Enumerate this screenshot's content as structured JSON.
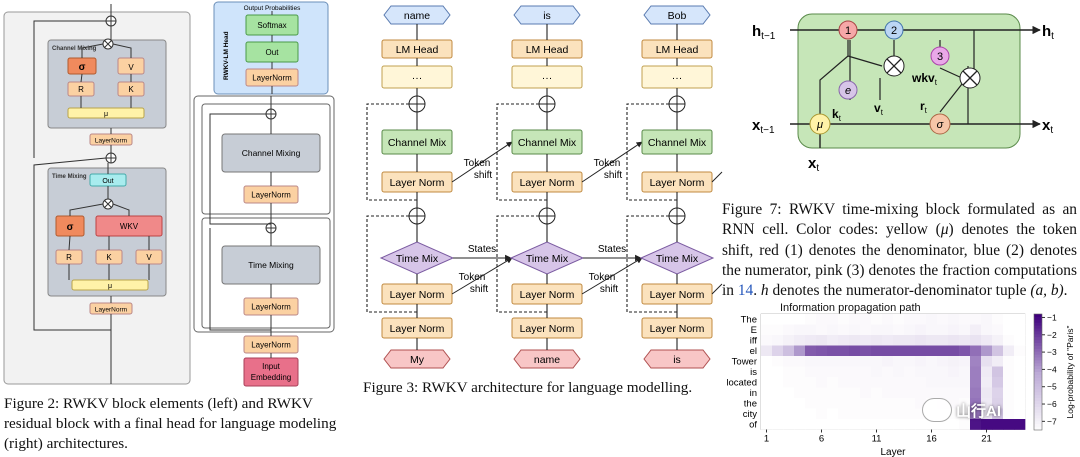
{
  "fig2": {
    "caption": "Figure 2: RWKV block elements (left) and RWKV residual block with a final head for language modeling (right) architectures.",
    "channel_mixing_label": "Channel Mixing",
    "time_mixing_label": "Time Mixing",
    "sigma": "σ",
    "v": "V",
    "r": "R",
    "k": "K",
    "mu": "μ",
    "layernorm": "LayerNorm",
    "out": "Out",
    "wkv": "WKV",
    "output_probabilities": "Output Probabilities",
    "head_label": "RWKV-LM Head",
    "softmax": "Softmax",
    "channel_mixing": "Channel Mixing",
    "time_mixing": "Time Mixing",
    "input_embedding_1": "Input",
    "input_embedding_2": "Embedding"
  },
  "fig3": {
    "caption": "Figure 3: RWKV architecture for language modelling.",
    "outputs": [
      "name",
      "is",
      "Bob"
    ],
    "inputs": [
      "My",
      "name",
      "is"
    ],
    "lm_head": "LM Head",
    "dots": "···",
    "channel_mix": "Channel Mix",
    "layer_norm": "Layer Norm",
    "time_mix": "Time Mix",
    "states": "States",
    "token": "Token",
    "shift": "shift"
  },
  "fig7": {
    "caption_a": "Figure 7: RWKV time-mixing block formulated as an RNN cell. Color codes: yellow (",
    "caption_mu": "μ",
    "caption_b": ") denotes the token shift, red (1) denotes the denominator, blue (2) denotes the numerator, pink (3) denotes the fraction computations in ",
    "caption_ref": "14",
    "caption_c": ". ",
    "caption_h": "h",
    "caption_d": " denotes the numerator-denominator tuple ",
    "caption_tuple": "(a, b)",
    "caption_e": ".",
    "h_prev": "h",
    "h_prev_sub": "t−1",
    "h_t": "h",
    "h_t_sub": "t",
    "x_prev": "x",
    "x_prev_sub": "t−1",
    "x_t_out": "x",
    "x_t_out_sub": "t",
    "x_t_in": "x",
    "x_t_in_sub": "t",
    "n1": "1",
    "n2": "2",
    "n3": "3",
    "e": "e",
    "mu": "μ",
    "sigma": "σ",
    "k_t": "k",
    "k_t_sub": "t",
    "v_t": "v",
    "v_t_sub": "t",
    "r_t": "r",
    "r_t_sub": "t",
    "wkv_t": "wkv",
    "wkv_t_sub": "t"
  },
  "heatmap": {
    "title": "Information propagation path",
    "xlabel": "Layer",
    "ylabel": "Log-probability of \"Paris\"",
    "watermark": "山行AI"
  },
  "colors": {
    "orange": "#f08a5d",
    "peach": "#fbd1a2",
    "yellow": "#fff2a8",
    "grey_block": "#c7cdd6",
    "pink": "#f08989",
    "cyan": "#a8ecee",
    "green": "#a6e3a1",
    "blue_panel": "#cfe4fb",
    "red_input": "#e8708a",
    "lavender": "#d7c5e8",
    "cell_green": "#c6e6b8"
  },
  "chart_data": {
    "type": "heatmap",
    "title": "Information propagation path",
    "xlabel": "Layer",
    "ylabel": "Log-probability of \"Paris\"",
    "rows": [
      "The",
      "E",
      "iff",
      "el",
      "Tower",
      "is",
      "located",
      "in",
      "the",
      "city",
      "of"
    ],
    "xticks": [
      1,
      6,
      11,
      16,
      21
    ],
    "layers": [
      1,
      24
    ],
    "colorbar_ticks": [
      -1,
      -2,
      -3,
      -4,
      -5,
      -6,
      -7
    ],
    "colorbar_range": [
      -7.5,
      -0.8
    ],
    "values": [
      [
        -7.5,
        -7.5,
        -7.5,
        -7.5,
        -7.4,
        -7.3,
        -7.3,
        -7.4,
        -7.3,
        -7.3,
        -7.4,
        -7.3,
        -7.4,
        -7.3,
        -7.3,
        -7.2,
        -7.3,
        -7.2,
        -7.3,
        -7.3,
        -7.2,
        -7.4,
        -7.5,
        -7.5
      ],
      [
        -7.4,
        -7.4,
        -7.3,
        -7.2,
        -7.2,
        -7.3,
        -7.2,
        -7.3,
        -7.2,
        -7.3,
        -7.2,
        -7.2,
        -7.3,
        -7.2,
        -7.1,
        -7.2,
        -7.2,
        -7.1,
        -7.2,
        -6.9,
        -7.2,
        -7.3,
        -7.5,
        -7.5
      ],
      [
        -7.3,
        -7.2,
        -7.0,
        -6.8,
        -6.7,
        -6.6,
        -6.8,
        -6.7,
        -6.6,
        -6.7,
        -6.6,
        -6.7,
        -6.6,
        -6.6,
        -6.5,
        -6.6,
        -6.6,
        -6.5,
        -6.6,
        -6.4,
        -6.7,
        -7.0,
        -7.4,
        -7.5
      ],
      [
        -6.6,
        -5.8,
        -5.0,
        -3.8,
        -2.6,
        -2.5,
        -2.4,
        -2.4,
        -2.3,
        -2.4,
        -2.3,
        -2.3,
        -2.3,
        -2.3,
        -2.3,
        -2.3,
        -2.3,
        -2.3,
        -2.5,
        -3.0,
        -3.8,
        -5.2,
        -6.8,
        -7.4
      ],
      [
        -7.5,
        -7.4,
        -7.3,
        -7.3,
        -7.2,
        -7.2,
        -7.2,
        -7.2,
        -7.2,
        -7.2,
        -7.2,
        -7.1,
        -7.2,
        -7.2,
        -7.1,
        -7.2,
        -7.1,
        -7.0,
        -7.1,
        -3.4,
        -6.3,
        -6.8,
        -7.4,
        -7.5
      ],
      [
        -7.5,
        -7.5,
        -7.4,
        -7.4,
        -7.3,
        -7.3,
        -7.3,
        -7.3,
        -7.3,
        -7.3,
        -7.2,
        -7.3,
        -7.2,
        -7.3,
        -7.2,
        -7.2,
        -7.2,
        -7.1,
        -7.2,
        -3.3,
        -6.7,
        -5.2,
        -7.4,
        -7.5
      ],
      [
        -7.5,
        -7.5,
        -7.4,
        -7.4,
        -7.4,
        -7.3,
        -7.4,
        -7.3,
        -7.3,
        -7.3,
        -7.3,
        -7.3,
        -7.3,
        -7.3,
        -7.3,
        -7.2,
        -7.2,
        -7.2,
        -7.2,
        -3.3,
        -6.8,
        -5.4,
        -7.4,
        -7.5
      ],
      [
        -7.5,
        -7.5,
        -7.5,
        -7.4,
        -7.4,
        -7.4,
        -7.4,
        -7.4,
        -7.4,
        -7.3,
        -7.4,
        -7.3,
        -7.3,
        -7.3,
        -7.3,
        -7.3,
        -7.3,
        -7.3,
        -7.3,
        -3.2,
        -6.6,
        -5.8,
        -7.4,
        -7.5
      ],
      [
        -7.5,
        -7.5,
        -7.5,
        -7.5,
        -7.4,
        -7.4,
        -7.4,
        -7.4,
        -7.4,
        -7.4,
        -7.4,
        -7.4,
        -7.4,
        -7.4,
        -7.3,
        -7.4,
        -7.3,
        -7.3,
        -7.4,
        -3.1,
        -6.7,
        -5.7,
        -7.4,
        -7.5
      ],
      [
        -7.5,
        -7.5,
        -7.5,
        -7.5,
        -7.5,
        -7.4,
        -7.5,
        -7.4,
        -7.4,
        -7.4,
        -7.4,
        -7.4,
        -7.4,
        -7.4,
        -7.4,
        -7.4,
        -7.4,
        -7.4,
        -7.4,
        -3.0,
        -6.5,
        -5.1,
        -7.4,
        -7.5
      ],
      [
        -7.5,
        -7.5,
        -7.5,
        -7.5,
        -7.5,
        -7.5,
        -7.5,
        -7.5,
        -7.5,
        -7.5,
        -7.5,
        -7.5,
        -7.5,
        -7.5,
        -7.5,
        -7.5,
        -7.5,
        -7.5,
        -7.4,
        -1.2,
        -1.0,
        -1.0,
        -1.0,
        -1.0
      ]
    ]
  }
}
